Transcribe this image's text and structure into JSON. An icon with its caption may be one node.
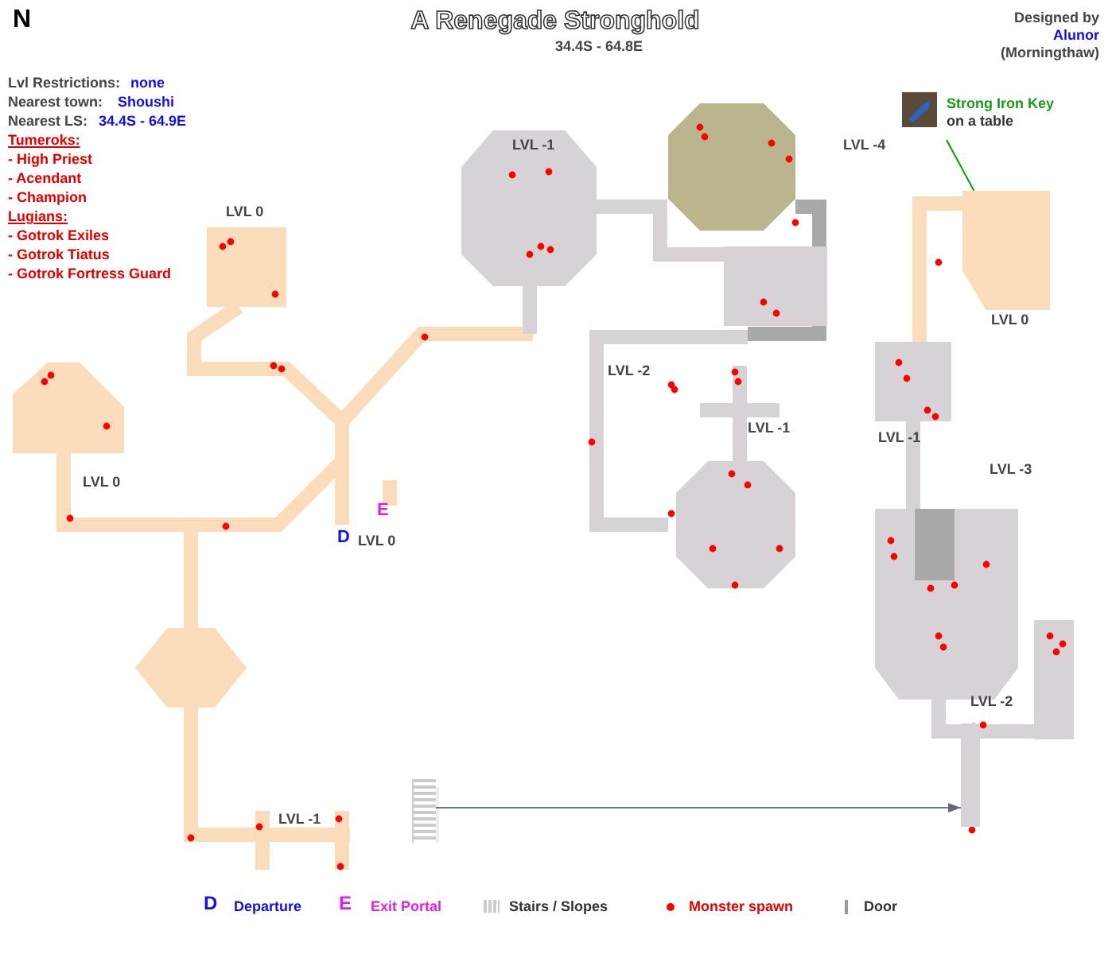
{
  "diagram": {
    "title": "A Renegade Stronghold",
    "nodes": [
      {
        "text": [
          "Strong Iron Key",
          "on a table"
        ]
      },
      {
        "text": [],
        "shape": "box"
      },
      {
        "text": [],
        "shape": "bar"
      },
      {
        "text": [],
        "shape": "bar"
      }
    ],
    "edges": [
      {
        "from": 0,
        "to": 1,
        "arrow": "none",
        "color": "#00a000"
      },
      {
        "from": 2,
        "to": 3,
        "arrow": "to",
        "color": "#667788"
      }
    ],
    "labels": [
      "N",
      "34.4S - 64.8E",
      "Designed by",
      "Alunor",
      "(Morningthaw)",
      "Lvl Restrictions:",
      "none",
      "Nearest town:",
      "Shoushi",
      "Nearest LS:",
      "34.4S - 64.9E",
      "Tumeroks:",
      "- High Priest",
      "- Acendant",
      "- Champion",
      "Lugians:",
      "- Gotrok Exiles",
      "- Gotrok Tiatus",
      "- Gotrok Fortress Guard",
      "LVL -1",
      "LVL -4",
      "LVL 0",
      "LVL 0",
      "LVL -2",
      "LVL -1",
      "LVL 0",
      "LVL -1",
      "LVL -3",
      "E",
      "D",
      "LVL 0",
      "LVL -2",
      "LVL -1",
      "D",
      "E"
    ],
    "legend": [
      {
        "text": "Departure"
      },
      {
        "text": "Exit Portal"
      },
      {
        "text": "Stairs / Slopes"
      },
      {
        "text": "Monster spawn"
      },
      {
        "text": "Door"
      }
    ]
  }
}
